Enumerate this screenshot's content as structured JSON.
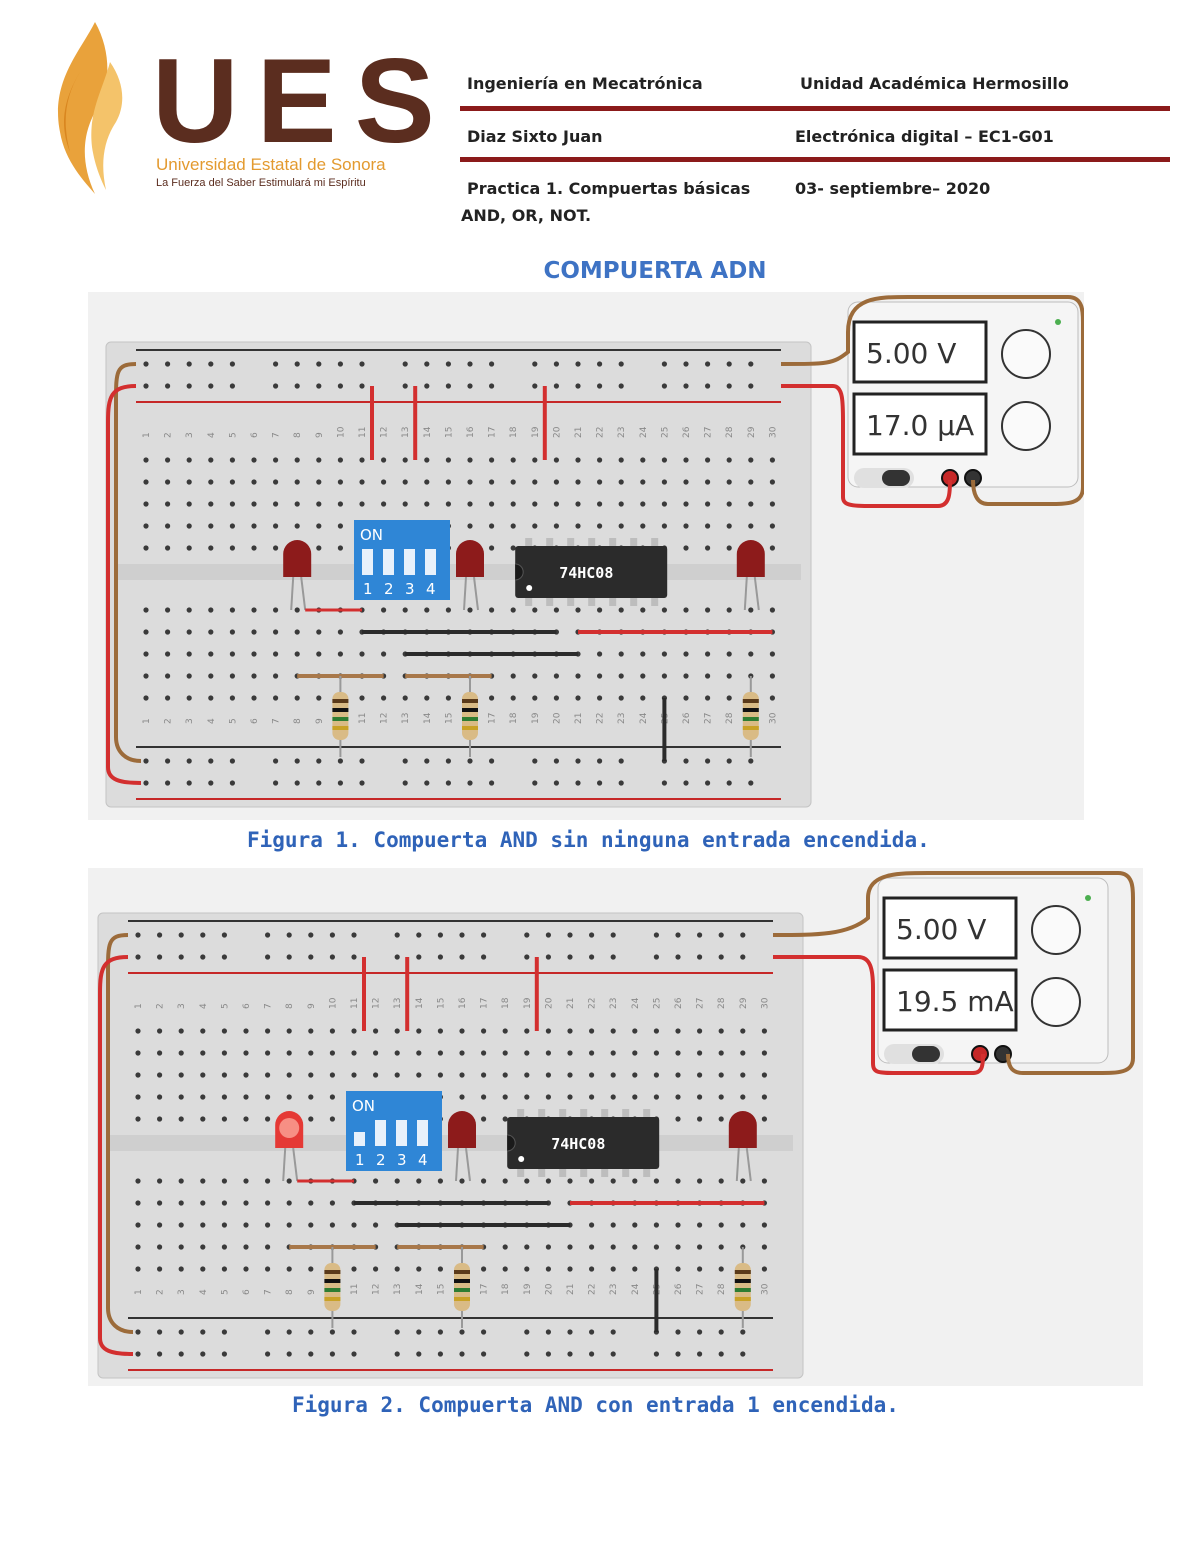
{
  "header": {
    "logo_text": "UES",
    "logo_subtitle": "Universidad Estatal de Sonora",
    "logo_tagline": "La Fuerza del Saber Estimulará mi Espíritu",
    "program": "Ingeniería en Mecatrónica",
    "unit": "Unidad Académica Hermosillo",
    "author": "Diaz Sixto Juan",
    "course": "Electrónica digital – EC1-G01",
    "practice_line1": "Practica 1. Compuertas básicas",
    "practice_line2": "AND, OR, NOT.",
    "date": "03- septiembre– 2020",
    "brand_color": "#5b2d1f",
    "rule_color": "#8b1a1a"
  },
  "section_title": "COMPUERTA ADN",
  "figures": [
    {
      "caption": "Figura 1. Compuerta AND sin ninguna entrada encendida.",
      "voltage": "5.00 V",
      "current": "17.0 µA",
      "chip_label": "74HC08",
      "dip_label": "ON",
      "dip_numbers": [
        "1",
        "2",
        "3",
        "4"
      ],
      "input_led_on": false
    },
    {
      "caption": "Figura 2. Compuerta AND con entrada 1 encendida.",
      "voltage": "5.00 V",
      "current": "19.5 mA",
      "chip_label": "74HC08",
      "dip_label": "ON",
      "dip_numbers": [
        "1",
        "2",
        "3",
        "4"
      ],
      "input_led_on": true
    }
  ]
}
